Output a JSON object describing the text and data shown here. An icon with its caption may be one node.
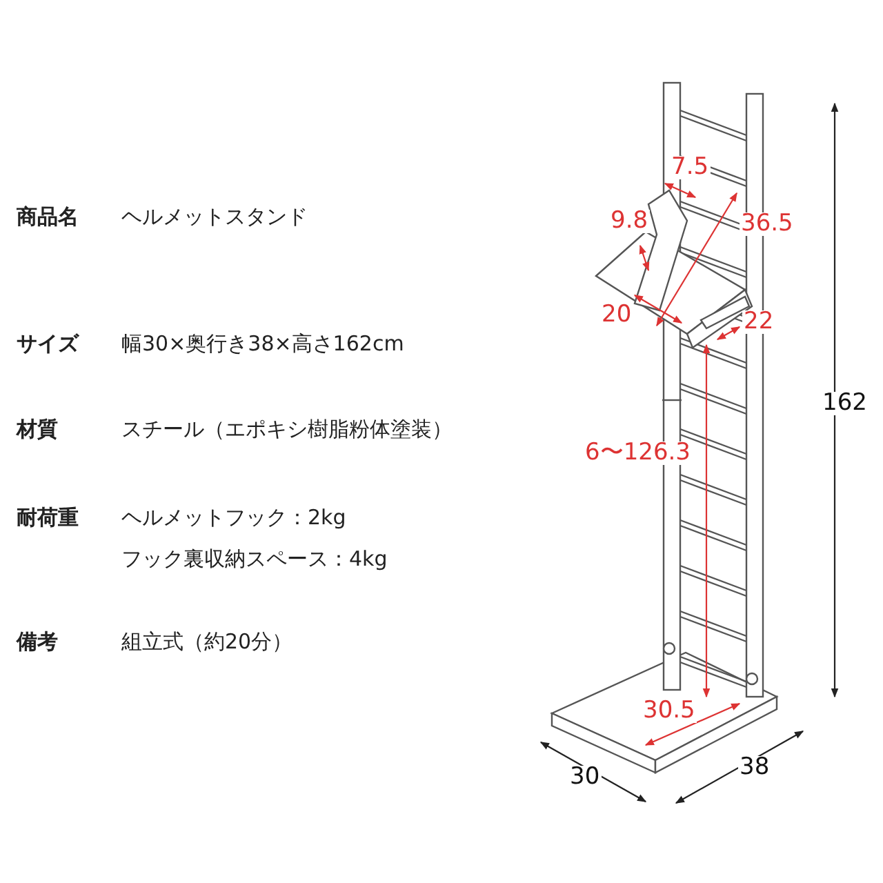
{
  "diagram": {
    "labels": [
      "商品名",
      "ヘルメットスタンド",
      "サイズ",
      "幅30×奥行き38×高さ162cm",
      "材質",
      "スチール（エポキシ樹脂粉体塗装）",
      "耐荷重",
      "ヘルメットフック：2kg",
      "フック裏収納スペース：4kg",
      "備考",
      "組立式（約20分）",
      "7.5",
      "9.8",
      "36.5",
      "20",
      "22",
      "6〜126.3",
      "30.5",
      "162",
      "30",
      "38"
    ]
  }
}
